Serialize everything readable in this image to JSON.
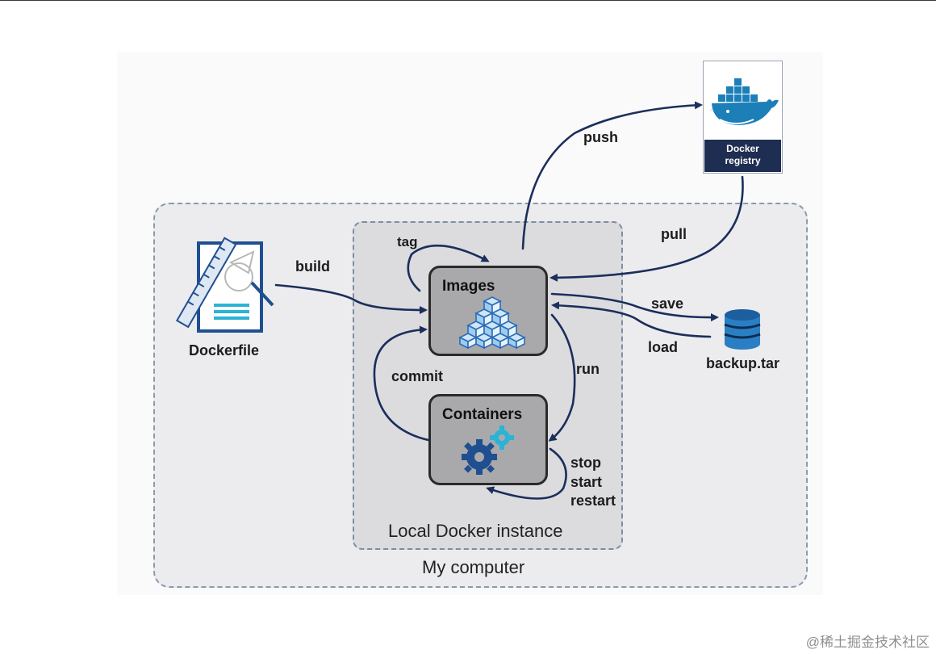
{
  "regions": {
    "my_computer": "My computer",
    "local_docker": "Local Docker instance"
  },
  "nodes": {
    "images": "Images",
    "containers": "Containers",
    "dockerfile": "Dockerfile",
    "registry_line1": "Docker",
    "registry_line2": "registry",
    "backup": "backup.tar"
  },
  "edges": {
    "build": "build",
    "tag": "tag",
    "push": "push",
    "pull": "pull",
    "save": "save",
    "load": "load",
    "run": "run",
    "commit": "commit",
    "stop": "stop",
    "start": "start",
    "restart": "restart"
  },
  "watermark": "@稀土掘金技术社区",
  "colors": {
    "arrow": "#1b2e5c",
    "accent_blue": "#2a6db6",
    "teal": "#2bb3d6",
    "region_fill": "#ececee",
    "region_border": "#8a9aac",
    "box_fill": "#a9a9ab"
  }
}
